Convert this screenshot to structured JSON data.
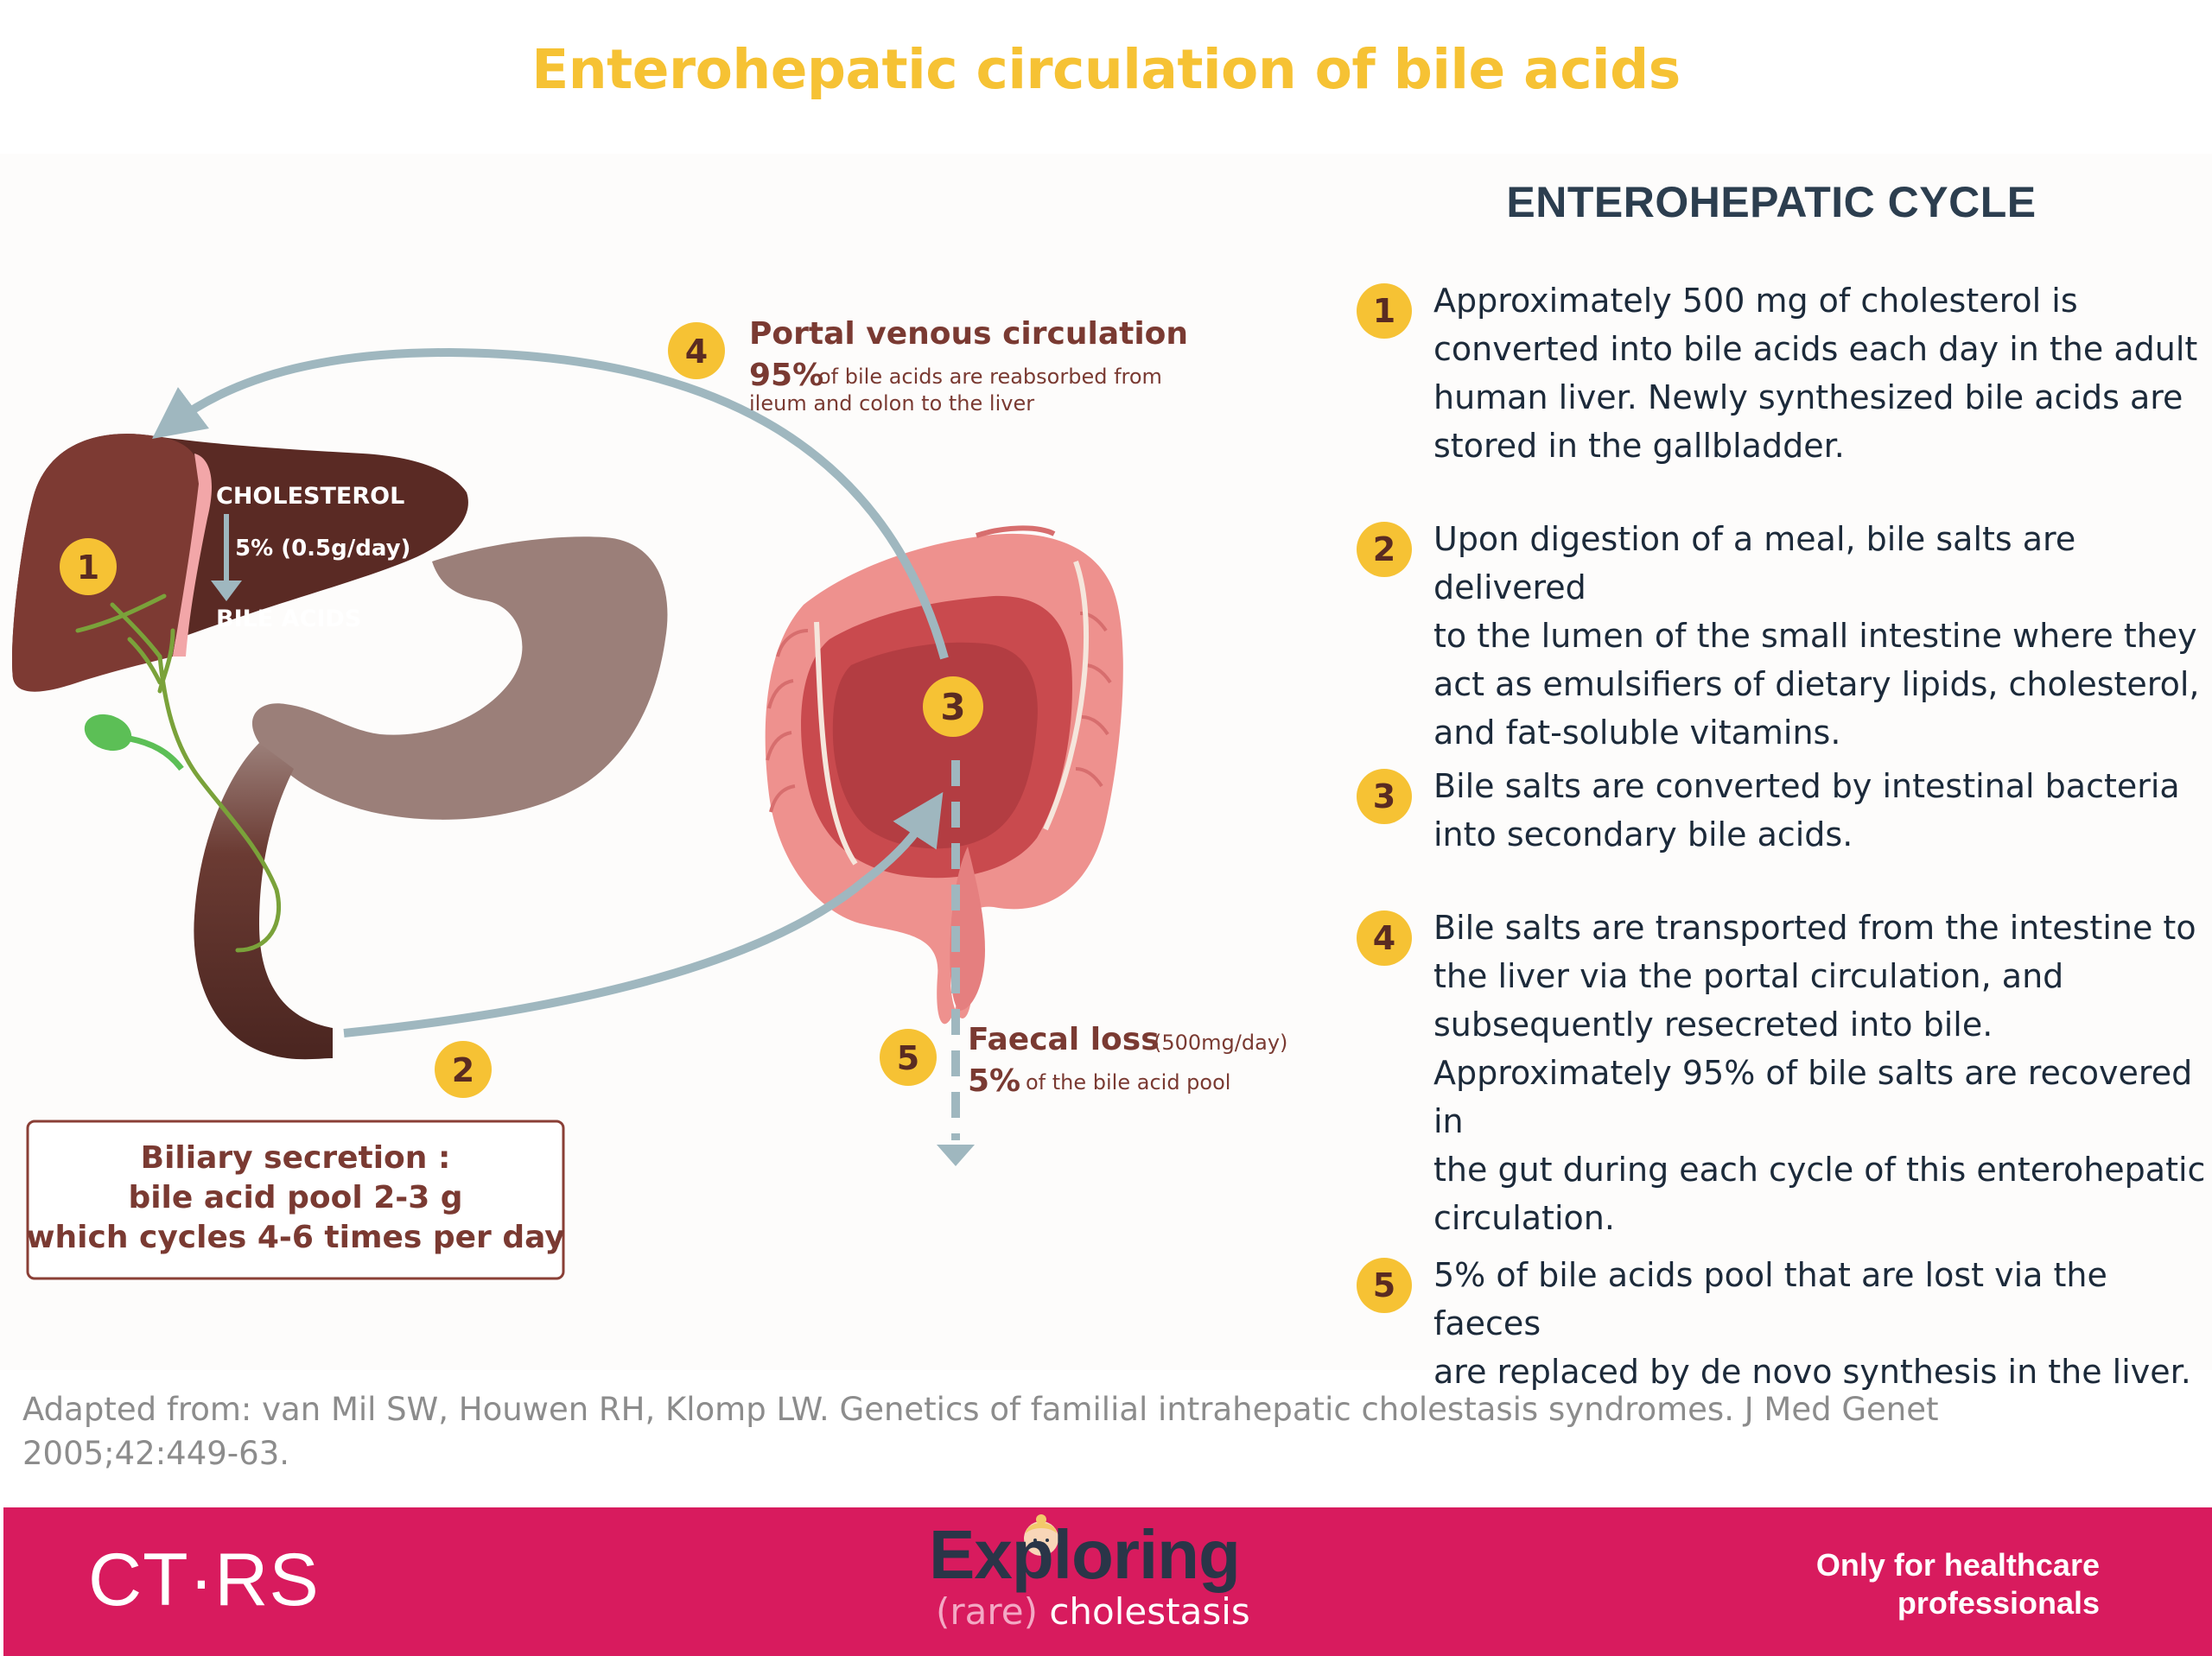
{
  "title": "Enterohepatic circulation of bile acids",
  "diagram": {
    "liver": {
      "marker": "1",
      "cholesterol": "CHOLESTEROL",
      "conversion": "5% (0.5g/day)",
      "bile_acids": "BILE ACIDS"
    },
    "portal": {
      "marker": "4",
      "heading": "Portal venous circulation",
      "percent": "95%",
      "text_line1": "of bile acids are reabsorbed from",
      "text_line2": "ileum and colon to the liver"
    },
    "intestine_marker": "3",
    "biliary": {
      "marker": "2",
      "line1": "Biliary secretion :",
      "line2": "bile acid pool 2-3 g",
      "line3": "which cycles 4-6 times per day"
    },
    "faecal": {
      "marker": "5",
      "heading": "Faecal loss",
      "rate": "(500mg/day)",
      "percent": "5%",
      "text": "of the bile acid pool"
    }
  },
  "cycle": {
    "heading": "ENTEROHEPATIC CYCLE",
    "steps": [
      {
        "num": "1",
        "lines": [
          "Approximately 500 mg of cholesterol is",
          "converted into bile acids each day in the adult",
          "human liver. Newly synthesized bile acids are",
          "stored in the gallbladder."
        ]
      },
      {
        "num": "2",
        "lines": [
          "Upon digestion of a meal, bile salts are delivered",
          "to the lumen of the small intestine where they",
          "act as emulsifiers of dietary lipids, cholesterol,",
          "and fat-soluble vitamins."
        ]
      },
      {
        "num": "3",
        "lines": [
          "Bile salts are converted by intestinal bacteria",
          "into secondary bile acids."
        ]
      },
      {
        "num": "4",
        "lines": [
          "Bile salts are transported from the intestine to",
          "the liver via the portal circulation, and",
          "subsequently resecreted into bile.",
          "Approximately 95% of bile salts are recovered in",
          "the gut during each cycle of this enterohepatic",
          "circulation."
        ]
      },
      {
        "num": "5",
        "lines": [
          "5% of bile acids pool that are lost via the faeces",
          "are replaced by de novo synthesis in the liver."
        ]
      }
    ]
  },
  "citation": {
    "line1": "Adapted from: van Mil SW, Houwen RH, Klomp LW. Genetics of familial intrahepatic cholestasis syndromes. J Med Genet",
    "line2": "2005;42:449-63."
  },
  "footer": {
    "left_logo": "CT·RS",
    "brand_main": "Exploring",
    "brand_paren": "(rare)",
    "brand_sub": " cholestasis",
    "note_line1": "Only for healthcare",
    "note_line2": "professionals"
  },
  "colors": {
    "title": "#f6c234",
    "marker": "#f6c234",
    "label_brown": "#7a3a32",
    "arrow": "#9fb7bf",
    "footer": "#d81b5e",
    "liver": "#5a2a24",
    "stomach": "#9b7f79",
    "intestine": "#e88a86"
  }
}
